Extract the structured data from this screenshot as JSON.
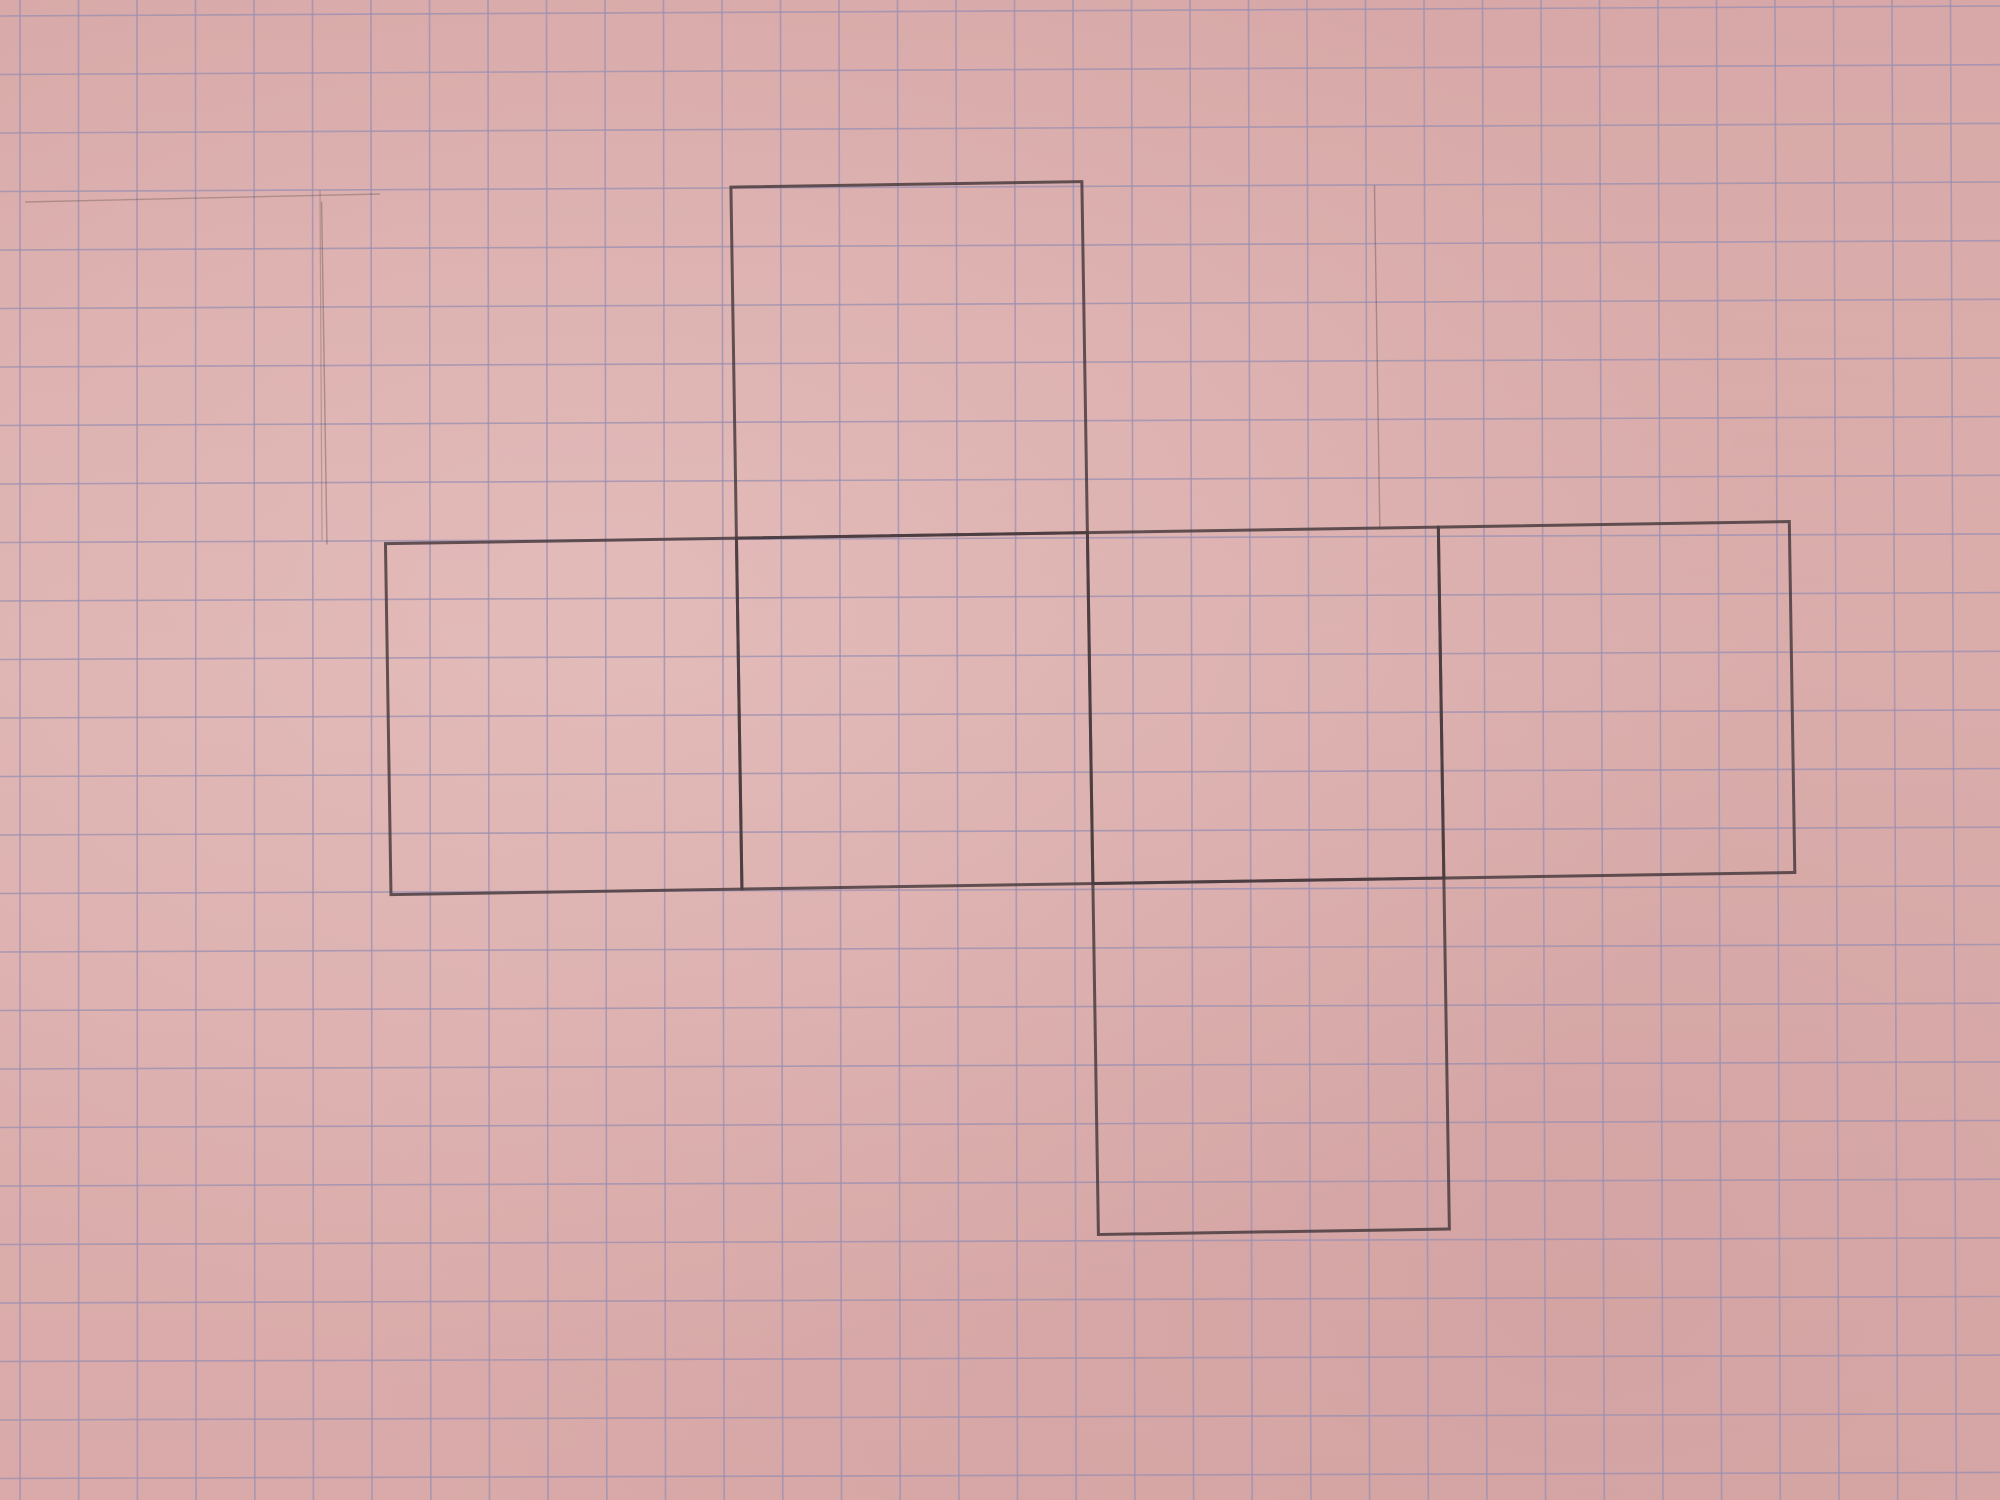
{
  "diagram": {
    "kind": "cube-net-on-graph-paper",
    "grid_spacing_cells": 1,
    "face_size_cells": 6,
    "faces_count": 6,
    "faces": [
      {
        "id": "top",
        "col": 1,
        "row": 0
      },
      {
        "id": "left",
        "col": 0,
        "row": 1
      },
      {
        "id": "front",
        "col": 1,
        "row": 1
      },
      {
        "id": "right",
        "col": 2,
        "row": 1
      },
      {
        "id": "back",
        "col": 3,
        "row": 1
      },
      {
        "id": "bottom",
        "col": 2,
        "row": 2
      }
    ],
    "colors": {
      "paper": "#d8aaa8",
      "grid_line": "#9a8fb2",
      "pencil_line": "#4a3c40"
    }
  }
}
